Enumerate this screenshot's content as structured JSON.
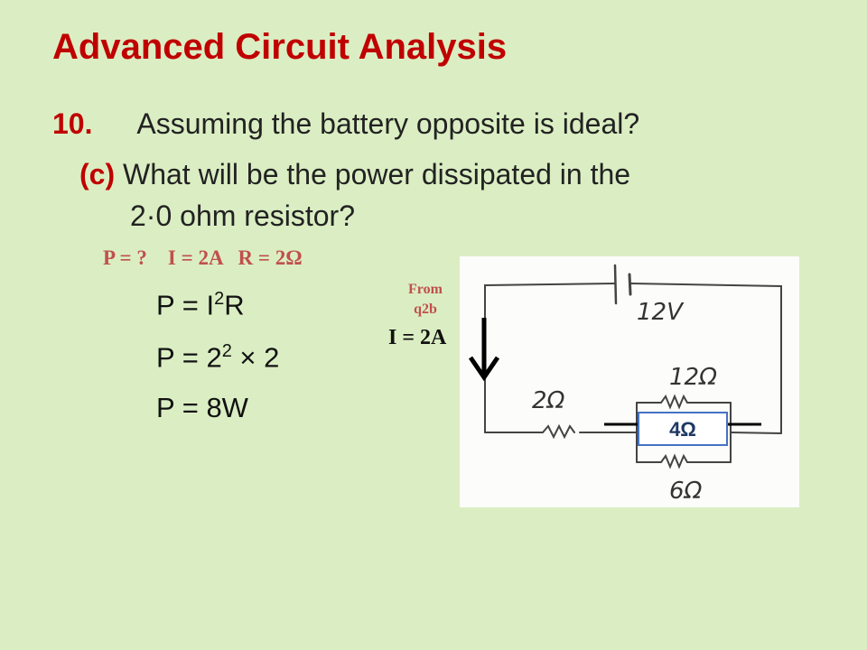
{
  "title": "Advanced Circuit Analysis",
  "question": {
    "number": "10.",
    "text": "Assuming the battery opposite is ideal?",
    "part_label": "(c)",
    "part_text_line1": "What will be the power dissipated in the",
    "part_text_line2": "2·0 ohm resistor?"
  },
  "given": "P = ?    I = 2A   R = 2Ω",
  "equations": [
    {
      "lhs": "P = I",
      "sup": "2",
      "rhs": "R"
    },
    {
      "lhs": "P = 2",
      "sup": "2",
      "rhs": " × 2"
    },
    {
      "lhs": "P = 8W",
      "sup": "",
      "rhs": ""
    }
  ],
  "annotations": {
    "from_line1": "From",
    "from_line2": "q2b",
    "current": "I = 2A"
  },
  "circuit": {
    "battery_label": "12V",
    "resistor_left_label": "2Ω",
    "resistor_top_label": "12Ω",
    "resistor_bottom_label": "6Ω",
    "equivalent_box": "4Ω"
  }
}
